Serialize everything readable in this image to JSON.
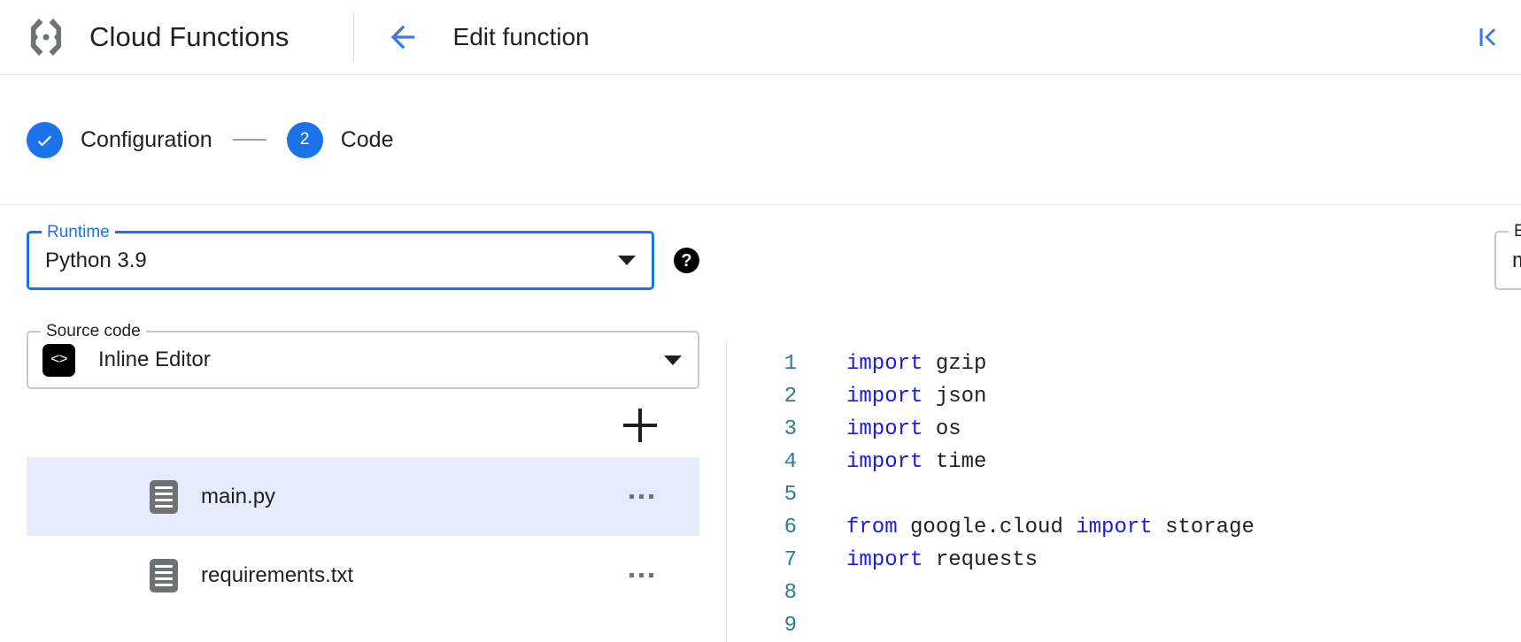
{
  "header": {
    "brand_title": "Cloud Functions",
    "logo_icon": "cloud-functions-logo",
    "back_icon": "arrow-left-icon",
    "page_title": "Edit function",
    "collapse_icon": "collapse-panel-left-icon"
  },
  "stepper": {
    "steps": [
      {
        "marker": "✓",
        "label": "Configuration",
        "state": "completed"
      },
      {
        "marker": "2",
        "label": "Code",
        "state": "active"
      }
    ]
  },
  "form": {
    "runtime": {
      "label": "Runtime",
      "value": "Python 3.9",
      "caret_icon": "chevron-down-icon",
      "help_icon": "help-circle-icon",
      "help_glyph": "?",
      "focused": true
    },
    "entry_point": {
      "label": "Entry point",
      "value": "main",
      "placeholder": "main",
      "help_icon": "help-circle-icon",
      "help_glyph": "?"
    },
    "source_code": {
      "label": "Source code",
      "value": "Inline Editor",
      "badge_icon": "code-brackets-icon",
      "badge_glyph": "<>",
      "caret_icon": "chevron-down-icon"
    }
  },
  "files": {
    "add_icon": "plus-icon",
    "menu_icon": "more-horizontal-icon",
    "items": [
      {
        "name": "main.py",
        "icon": "file-icon",
        "selected": true
      },
      {
        "name": "requirements.txt",
        "icon": "file-icon",
        "selected": false
      }
    ]
  },
  "editor": {
    "lines": [
      {
        "num": "1",
        "segments": [
          {
            "t": "import",
            "c": "kw"
          },
          {
            "t": " gzip",
            "c": ""
          }
        ]
      },
      {
        "num": "2",
        "segments": [
          {
            "t": "import",
            "c": "kw"
          },
          {
            "t": " json",
            "c": ""
          }
        ]
      },
      {
        "num": "3",
        "segments": [
          {
            "t": "import",
            "c": "kw"
          },
          {
            "t": " os",
            "c": ""
          }
        ]
      },
      {
        "num": "4",
        "segments": [
          {
            "t": "import",
            "c": "kw"
          },
          {
            "t": " time",
            "c": ""
          }
        ]
      },
      {
        "num": "5",
        "segments": []
      },
      {
        "num": "6",
        "segments": [
          {
            "t": "from",
            "c": "kw"
          },
          {
            "t": " google.cloud ",
            "c": ""
          },
          {
            "t": "import",
            "c": "kw"
          },
          {
            "t": " storage",
            "c": ""
          }
        ]
      },
      {
        "num": "7",
        "segments": [
          {
            "t": "import",
            "c": "kw"
          },
          {
            "t": " requests",
            "c": ""
          }
        ]
      },
      {
        "num": "8",
        "segments": []
      },
      {
        "num": "9",
        "segments": []
      }
    ]
  },
  "colors": {
    "accent": "#1a73e8",
    "selected_row": "#e6ecfb",
    "line_number": "#2d7c92",
    "keyword": "#1a1ae8",
    "divider": "#e4e6e8"
  }
}
